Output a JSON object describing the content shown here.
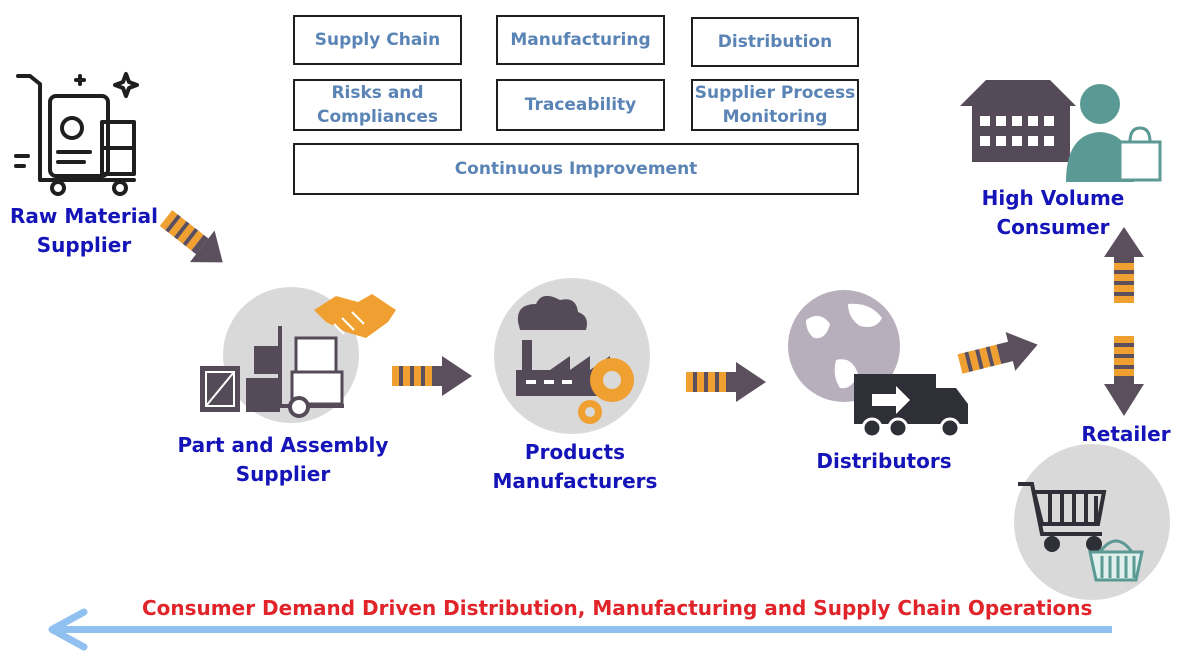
{
  "topics": {
    "supply_chain": "Supply Chain",
    "manufacturing": "Manufacturing",
    "distribution": "Distribution",
    "risks": "Risks and\nCompliances",
    "traceability": "Traceability",
    "supplier_monitoring": "Supplier Process\nMonitoring",
    "continuous_improvement": "Continuous Improvement"
  },
  "nodes": {
    "raw_material": "Raw Material\nSupplier",
    "part_assembly": "Part and Assembly\nSupplier",
    "products_manufacturers": "Products\nManufacturers",
    "distributors": "Distributors",
    "high_volume_consumer": "High Volume Consumer",
    "retailer": "Retailer"
  },
  "footer": "Consumer Demand Driven Distribution, Manufacturing and Supply Chain Operations",
  "colors": {
    "node_label": "#1414b8",
    "topic_text": "#5a84b5",
    "footer_text": "#e0242a",
    "arrow_body": "#5b4f5e",
    "arrow_stripe": "#f0a030",
    "return_arrow": "#8fc0ef",
    "icon_gray": "#d9d9d9",
    "icon_dark": "#544a58"
  },
  "icons": [
    "cart-supplies-icon",
    "handshake-icon",
    "boxes-trolley-icon",
    "factory-icon",
    "gears-icon",
    "globe-icon",
    "delivery-truck-icon",
    "store-building-icon",
    "customer-icon",
    "shopping-bag-icon",
    "shopping-cart-icon",
    "basket-icon"
  ]
}
